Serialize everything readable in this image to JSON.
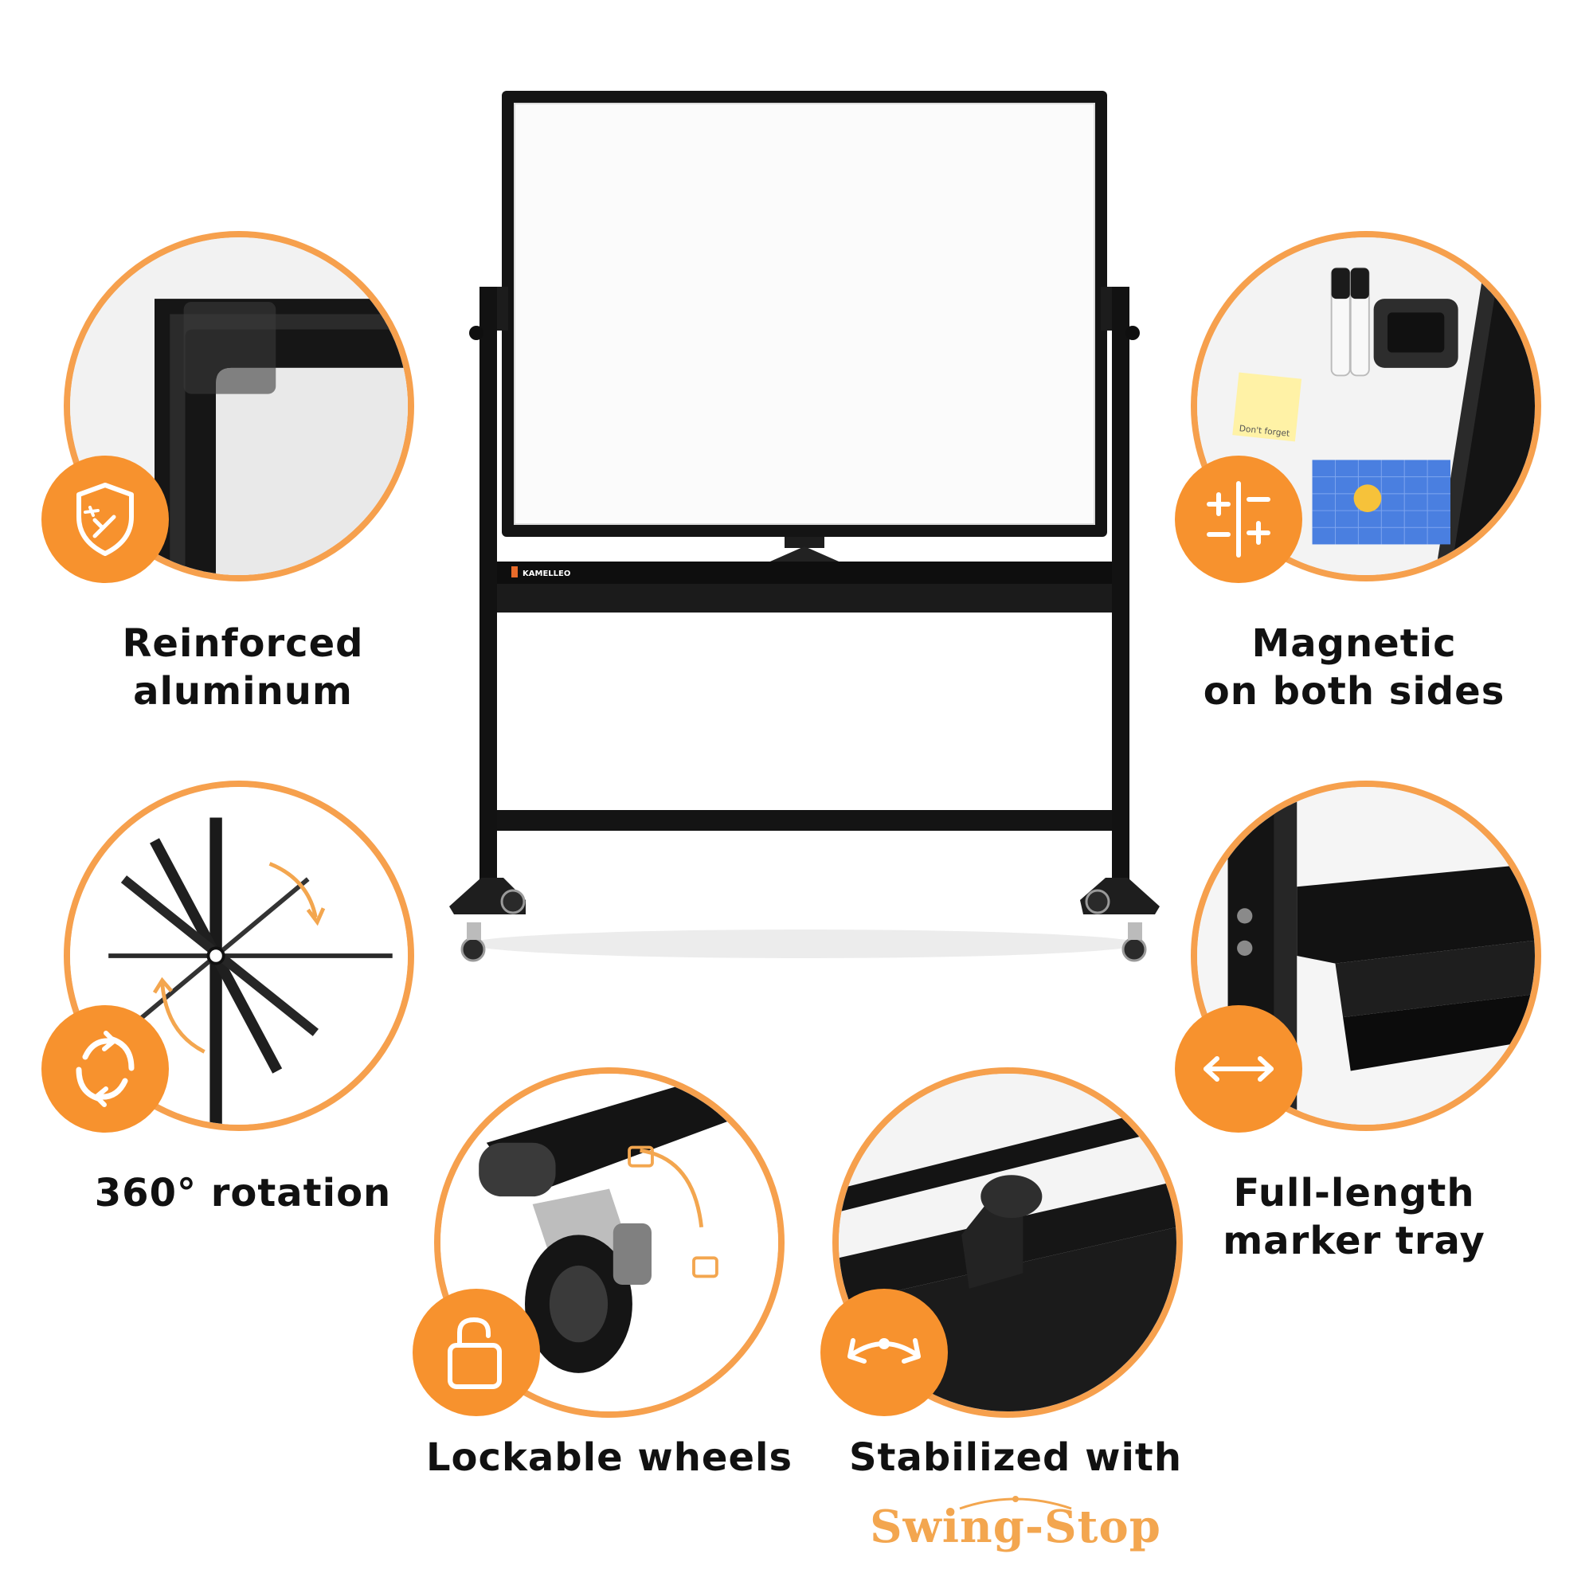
{
  "brand": {
    "accent_color": "#f7922e",
    "ring_color": "#f6a04d",
    "frame_color": "#151515",
    "logo_text": "KAMELLEO"
  },
  "features": [
    {
      "id": "reinforced",
      "caption_line1": "Reinforced",
      "caption_line2": "aluminum",
      "icon": "shield-sparkle-icon"
    },
    {
      "id": "magnetic",
      "caption_line1": "Magnetic",
      "caption_line2": "on both sides",
      "icon": "plus-minus-icon"
    },
    {
      "id": "rotation",
      "caption_line1": "360° rotation",
      "caption_line2": "",
      "icon": "rotate-arrows-icon"
    },
    {
      "id": "tray",
      "caption_line1": "Full-length",
      "caption_line2": "marker tray",
      "icon": "double-arrow-icon"
    },
    {
      "id": "wheels",
      "caption_line1": "Lockable wheels",
      "caption_line2": "",
      "icon": "unlock-icon"
    },
    {
      "id": "stabilized",
      "caption_line1": "Stabilized with",
      "caption_line2": "",
      "icon": "swing-arc-icon"
    }
  ],
  "swing_stop": {
    "label": "Swing-Stop"
  },
  "sticky_note": {
    "text": "Don't forget"
  }
}
